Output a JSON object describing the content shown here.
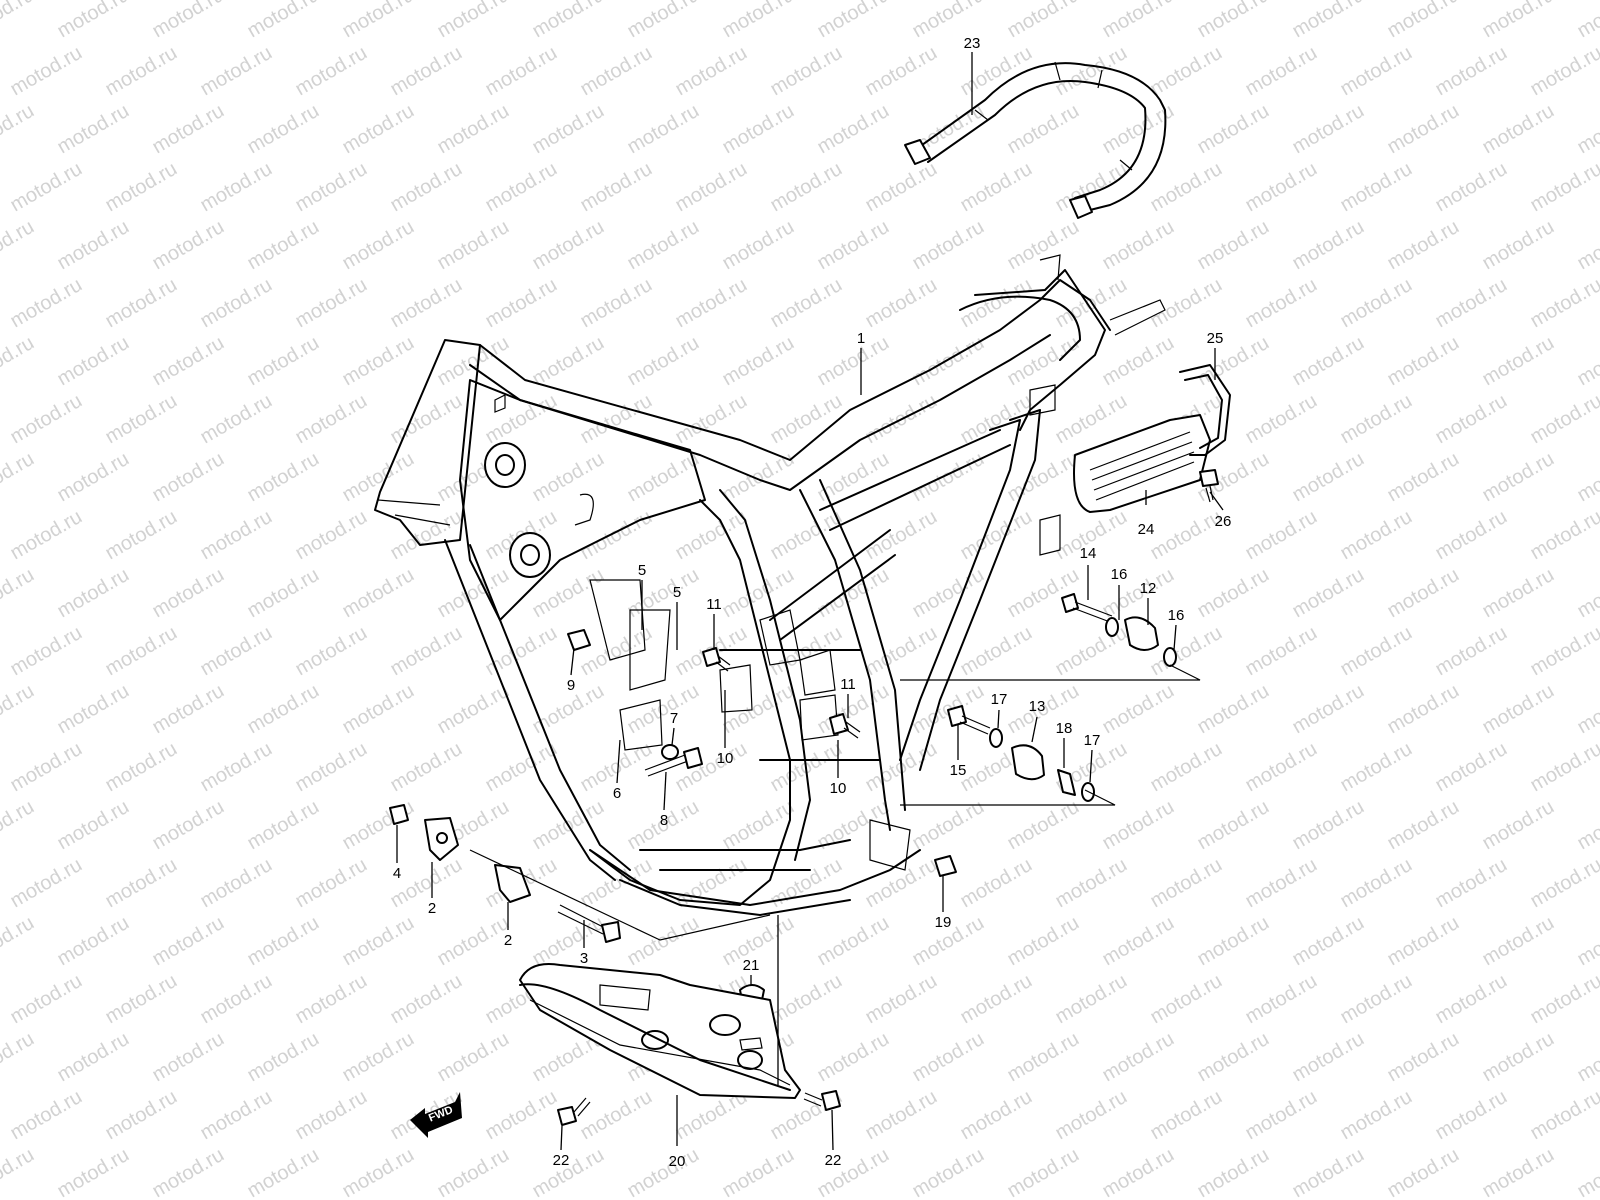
{
  "watermark": "motod.ru",
  "fwd_label": "FWD",
  "callouts": {
    "c1": "1",
    "c2a": "2",
    "c2b": "2",
    "c3": "3",
    "c4": "4",
    "c5a": "5",
    "c5b": "5",
    "c6": "6",
    "c7": "7",
    "c8": "8",
    "c9": "9",
    "c10a": "10",
    "c10b": "10",
    "c11a": "11",
    "c11b": "11",
    "c12": "12",
    "c13": "13",
    "c14": "14",
    "c15": "15",
    "c16a": "16",
    "c16b": "16",
    "c17a": "17",
    "c17b": "17",
    "c18": "18",
    "c19": "19",
    "c20": "20",
    "c21": "21",
    "c22a": "22",
    "c22b": "22",
    "c23": "23",
    "c24": "24",
    "c25": "25",
    "c26": "26"
  }
}
